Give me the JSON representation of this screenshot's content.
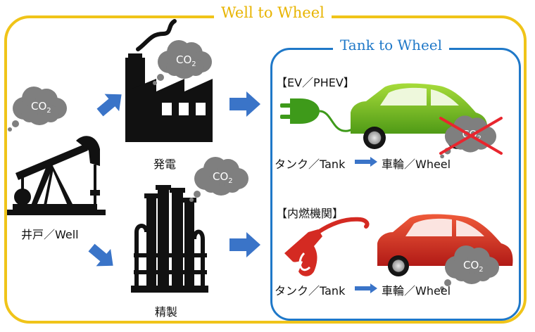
{
  "outer_title": "Well to Wheel",
  "inner_title": "Tank to Wheel",
  "labels": {
    "well": "井戸／Well",
    "power": "発電",
    "refinery": "精製",
    "ev_section": "【EV／PHEV】",
    "ice_section": "【内燃機関】",
    "tank": "タンク／Tank",
    "wheel": "車輪／Wheel"
  },
  "co2": {
    "main": "CO",
    "sub": "2"
  },
  "colors": {
    "outer_border": "#f0c419",
    "inner_border": "#1f78c8",
    "arrow": "#3a74c8",
    "cloud": "#7f7f7f",
    "ev_car": "#7cc02a",
    "ice_car": "#d42a22",
    "cross": "#e8262e"
  }
}
